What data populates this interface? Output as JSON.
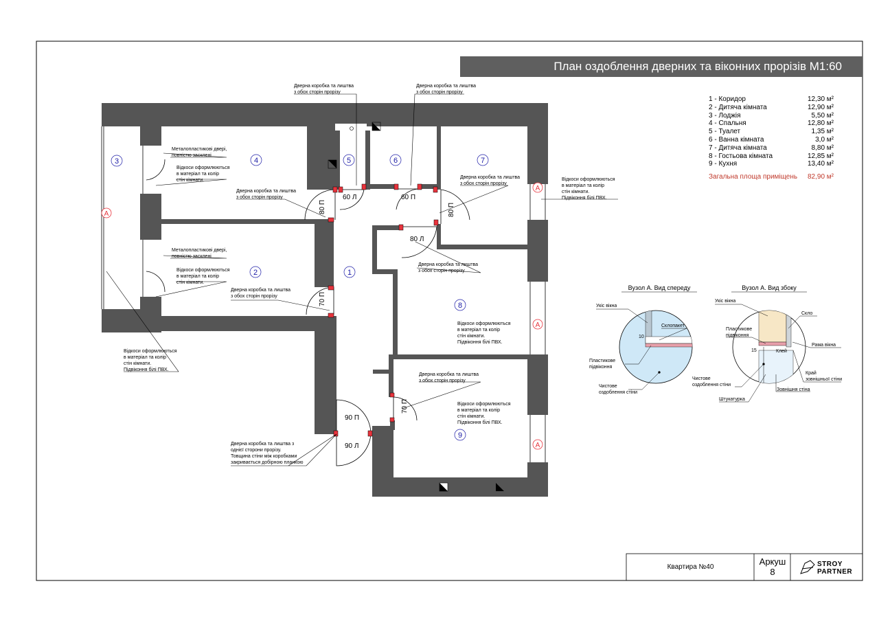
{
  "sheet_title": "План оздоблення дверних та віконних прорізів М1:60",
  "rooms": [
    {
      "num": "1",
      "name": "Коридор",
      "area": "12,30 м²"
    },
    {
      "num": "2",
      "name": "Дитяча кімната",
      "area": "12,90 м²"
    },
    {
      "num": "3",
      "name": "Лоджія",
      "area": "5,50 м²"
    },
    {
      "num": "4",
      "name": "Спальня",
      "area": "12,80 м²"
    },
    {
      "num": "5",
      "name": "Туалет",
      "area": "1,35 м²"
    },
    {
      "num": "6",
      "name": "Ванна кімната",
      "area": "3,0 м²"
    },
    {
      "num": "7",
      "name": "Дитяча кімната",
      "area": "8,80 м²"
    },
    {
      "num": "8",
      "name": "Гостьова кімната",
      "area": "12,85 м²"
    },
    {
      "num": "9",
      "name": "Кухня",
      "area": "13,40 м²"
    }
  ],
  "legend_rows": [
    "1 - Коридор",
    "2 - Дитяча кімната",
    "3 - Лоджія",
    "4 - Спальня",
    "5 - Туалет",
    "6 - Ванна кімната",
    "7 - Дитяча кімната",
    "8 - Гостьова кімната",
    "9 - Кухня"
  ],
  "total_label": "Загальна площа приміщень",
  "total_area": "82,90 м²",
  "window_marker": "A",
  "door_labels": {
    "d1": "60 Л",
    "d2": "60 П",
    "d3": "80 П",
    "d4": "80 П",
    "d5": "80 Л",
    "d6": "70 П",
    "d7": "70 П",
    "d8": "90 П",
    "d9": "90 Л"
  },
  "notes": {
    "frame_both_1": [
      "Дверна коробка та лиштва",
      "з обох сторін прорізу"
    ],
    "frame_both_2": [
      "Дверна коробка та лиштва",
      "з обох сторін прорізу"
    ],
    "frame_both_3": [
      "Дверна коробка та лиштва",
      "з обох сторін прорізу"
    ],
    "frame_both_4": [
      "Дверна коробка та лиштва",
      "з обох сторін прорізу"
    ],
    "frame_both_5": [
      "Дверна коробка та лиштва",
      "з обох сторін прорізу"
    ],
    "frame_both_6": [
      "Дверна коробка та лиштва",
      "з обох сторін прорізу"
    ],
    "frame_both_7": [
      "Дверна коробка та лиштва",
      "з обох сторін прорізу"
    ],
    "metal_door_1": [
      "Металопластикові двері,",
      "повністю засклені"
    ],
    "metal_door_2": [
      "Металопластикові двері,",
      "повністю засклені"
    ],
    "reveals_1": [
      "Відкоси оформлюються",
      "в матеріал та колір",
      "стін кімнати."
    ],
    "reveals_2": [
      "Відкоси оформлюються",
      "в матеріал та колір",
      "стін кімнати."
    ],
    "reveals_sill_3": [
      "Відкоси оформлюються",
      "в матеріал та колір",
      "стін кімнати.",
      "Підвіконня білі ПВХ."
    ],
    "reveals_sill_7": [
      "Відкоси оформлюються",
      "в матеріал та колір",
      "стін кімнати.",
      "Підвіконня білі ПВХ."
    ],
    "reveals_sill_8": [
      "Відкоси оформлюються",
      "в матеріал та колір",
      "стін кімнати.",
      "Підвіконня білі ПВХ."
    ],
    "reveals_sill_9": [
      "Відкоси оформлюються",
      "в матеріал та колір",
      "стін кімнати.",
      "Підвіконня білі ПВХ."
    ],
    "entrance": [
      "Дверна коробка та лиштва з",
      "однієї сторони прорізу.",
      "Товщина стіни між коробками",
      "закривається добірною планкою"
    ]
  },
  "node_front": {
    "title": "Вузол А. Вид спереду",
    "slope_label": "Укіс вікна",
    "glass_unit": "Склопакет",
    "dim": "10",
    "sill": [
      "Пластикове",
      "підвіконня"
    ],
    "finish": [
      "Чистове",
      "оздоблення стіни"
    ]
  },
  "node_side": {
    "title": "Вузол А. Вид збоку",
    "slope_label": "Укіс вікна",
    "glass": "Скло",
    "sill": [
      "Пластикове",
      "підвіконня"
    ],
    "frame": "Рама вікна",
    "dim": "15",
    "glue": "Клей",
    "finish": [
      "Чистове",
      "оздоблення стіни"
    ],
    "outer_edge": [
      "Край",
      "зовнішньої стіни"
    ],
    "outer_wall": "Зовнішня стіна",
    "plaster": "Штукатурка"
  },
  "title_block": {
    "project": "Квартира №40",
    "sheet_label": "Аркуш",
    "sheet_number": "8",
    "logo_line1": "STROY",
    "logo_line2": "PARTNER"
  },
  "colors": {
    "wall": "#555555",
    "frame_marker": "#e8333c",
    "title_bar": "#5f5f5f",
    "total_text": "#c0392b",
    "room_number": "#1a1aa6",
    "node_circle": "#cfe8f7",
    "slope_fill": "#f7e7c6"
  }
}
